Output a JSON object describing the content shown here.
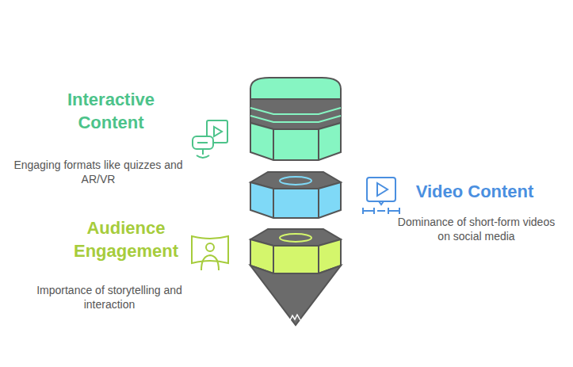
{
  "diagram": {
    "labels": [
      "Interactive Content",
      "Engaging formats like quizzes and AR/VR",
      "Video Content",
      "Dominance of short-form videos on social media",
      "Audience Engagement",
      "Importance of storytelling and interaction"
    ]
  }
}
